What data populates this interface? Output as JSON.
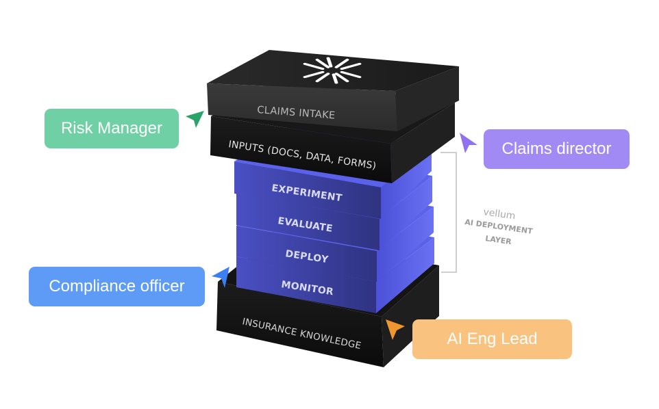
{
  "layers": {
    "top": "CLAIMS INTAKE",
    "inputs": "INPUTS (DOCS, DATA, FORMS)",
    "experiment": "EXPERIMENT",
    "evaluate": "EVALUATE",
    "deploy": "DEPLOY",
    "monitor": "MONITOR",
    "base": "INSURANCE KNOWLEDGE"
  },
  "bracket": {
    "brand": "vellum",
    "line1": "AI DEPLOYMENT",
    "line2": "LAYER"
  },
  "roles": {
    "risk_manager": "Risk Manager",
    "claims_director": "Claims director",
    "compliance_officer": "Compliance officer",
    "ai_eng_lead": "AI Eng Lead"
  },
  "colors": {
    "risk_manager": "#6fcfa5",
    "claims_director": "#a28af5",
    "compliance_officer": "#5d9bf7",
    "ai_eng_lead": "#f9c27f",
    "slab_dark": "#121212",
    "slab_blue": "#3b3f9a",
    "slab_blue_side": "#5b63ec"
  },
  "icons": {
    "logo": "vellum-logo-icon",
    "cursor": "pointer-arrow-icon"
  }
}
